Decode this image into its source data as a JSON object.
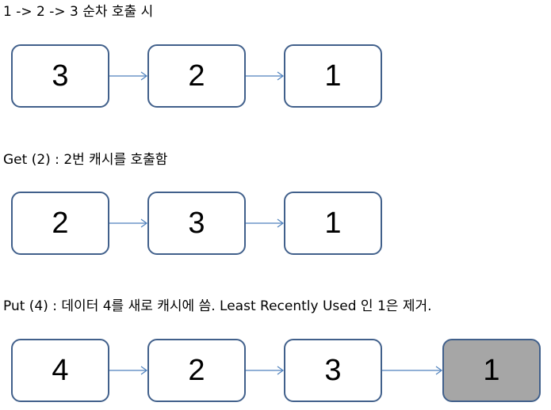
{
  "sections": [
    {
      "caption": "1 -> 2 -> 3 순차 호출 시",
      "nodes": [
        "3",
        "2",
        "1"
      ]
    },
    {
      "caption": "Get (2) : 2번 캐시를 호출함",
      "nodes": [
        "2",
        "3",
        "1"
      ]
    },
    {
      "caption": "Put (4) : 데이터 4를 새로 캐시에 씀. Least Recently Used 인 1은 제거.",
      "nodes": [
        "4",
        "2",
        "3",
        "1"
      ]
    }
  ],
  "colors": {
    "node_border": "#41608b",
    "arrow": "#4f81bd",
    "evicted_fill": "#a6a6a6"
  }
}
